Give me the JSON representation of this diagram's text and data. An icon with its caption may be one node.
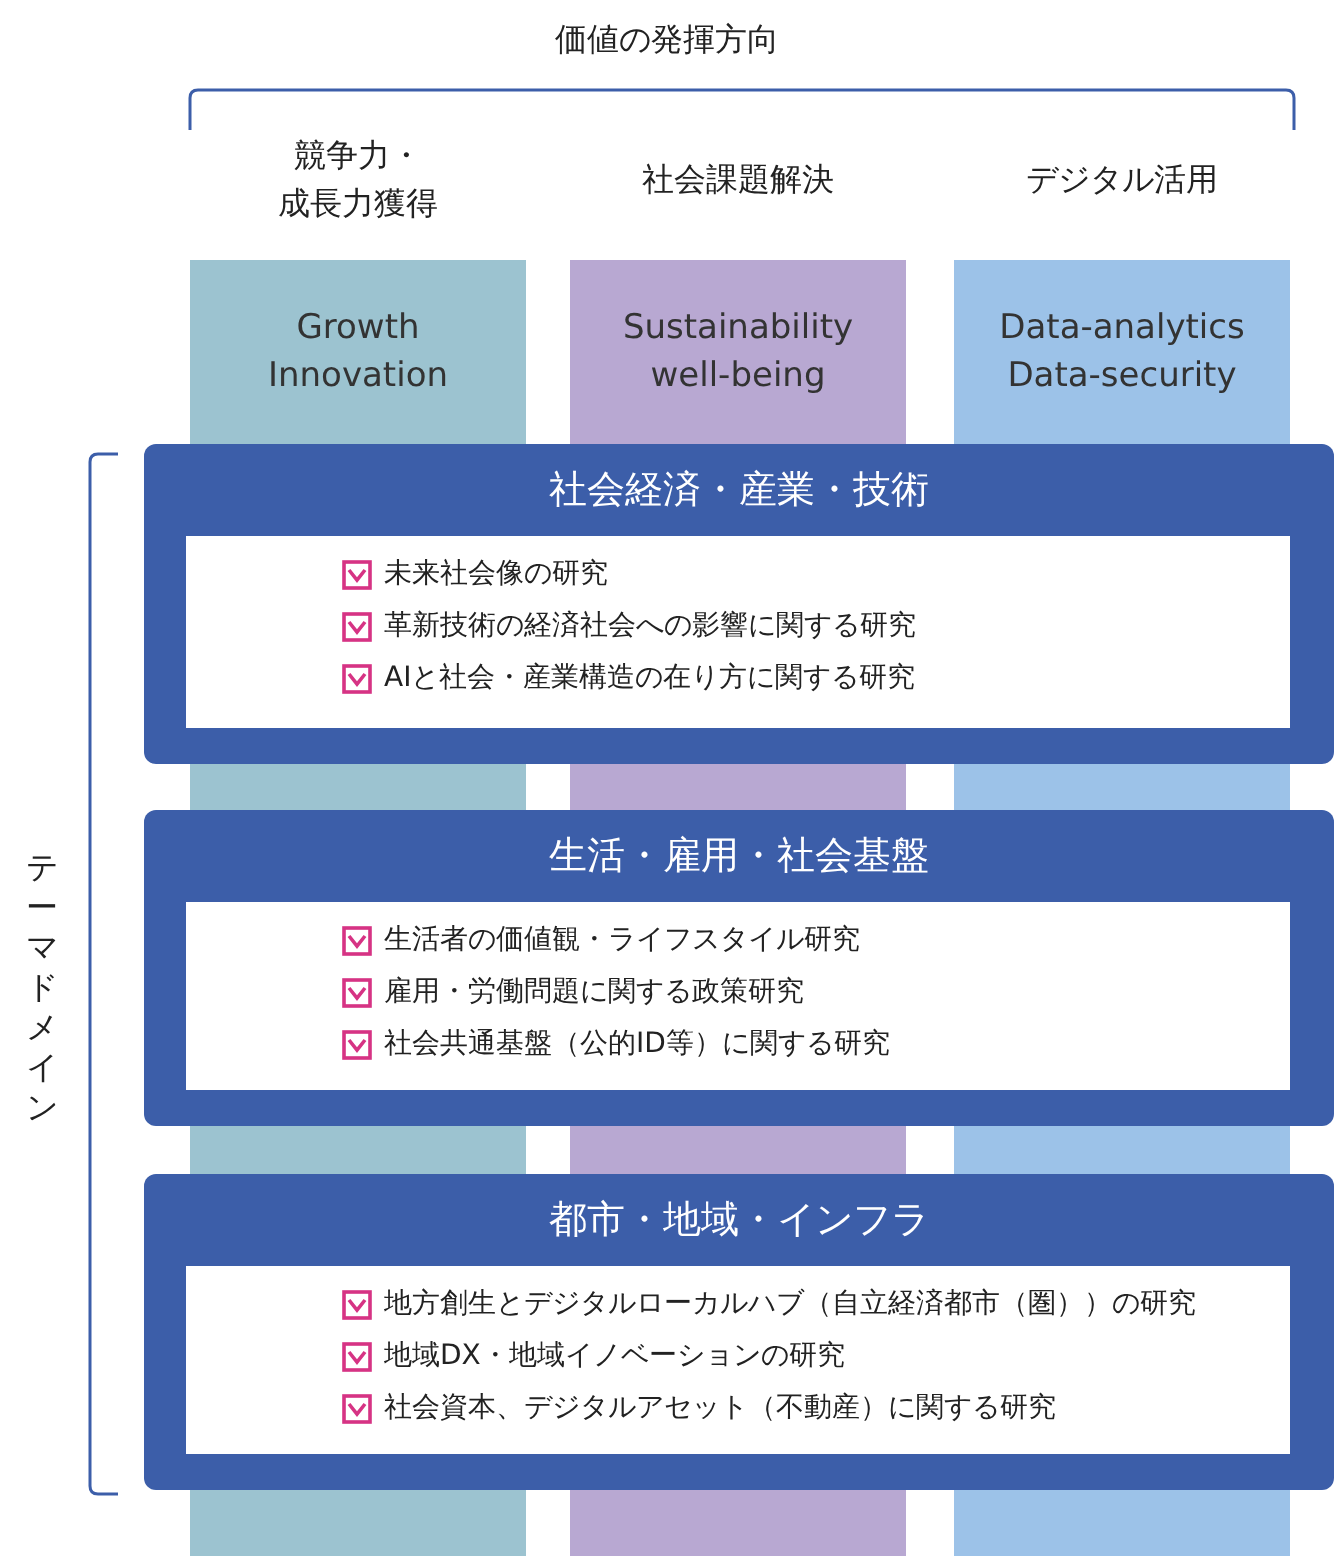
{
  "diagram": {
    "title": "価値の発揮方向",
    "nodes": [
      {
        "text": [
          "競争力・成長力獲得",
          "Growth Innovation"
        ]
      },
      {
        "text": [
          "社会課題解決",
          "Sustainability well-being"
        ]
      },
      {
        "text": [
          "デジタル活用",
          "Data-analytics Data-security"
        ]
      },
      {
        "text": [
          "社会経済・産業・技術",
          "未来社会像の研究",
          "革新技術の経済社会への影響に関する研究",
          "AIと社会・産業構造の在り方に関する研究"
        ]
      },
      {
        "text": [
          "生活・雇用・社会基盤",
          "生活者の価値観・ライフスタイル研究",
          "雇用・労働問題に関する政策研究",
          "社会共通基盤（公的ID等）に関する研究"
        ]
      },
      {
        "text": [
          "都市・地域・インフラ",
          "地方創生とデジタルローカルハブ（自立経済都市（圏））の研究",
          "地域DX・地域イノベーションの研究",
          "社会資本、デジタルアセット（不動産）に関する研究"
        ]
      }
    ],
    "labels": [
      "テーマドメイン"
    ]
  }
}
